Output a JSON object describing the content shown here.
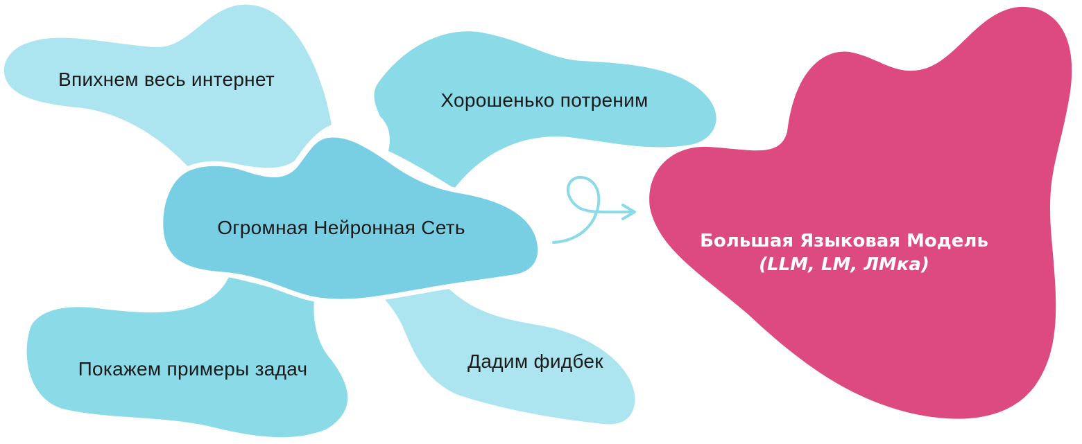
{
  "colors": {
    "background": "#FFFFFF",
    "light_cyan": "#ACE5F0",
    "mid_cyan": "#8BDAE8",
    "center_cyan": "#78CFE3",
    "arrow": "#8BDAE8",
    "llm_pink": "#DC4A80",
    "text_dark": "#1A1A1A",
    "text_light": "#FFFFFF"
  },
  "diagram": {
    "inputs": [
      {
        "id": "internet",
        "label": "Впихнем весь интернет"
      },
      {
        "id": "train",
        "label": "Хорошенько потреним"
      },
      {
        "id": "examples",
        "label": "Покажем примеры задач"
      },
      {
        "id": "feedback",
        "label": "Дадим фидбек"
      }
    ],
    "core": {
      "label": "Огромная Нейронная Сеть"
    },
    "arrow": {
      "icon": "curly-arrow-right-icon"
    },
    "result": {
      "title": "Большая Языковая Модель",
      "subtitle": "(LLM, LM, ЛМка)"
    }
  }
}
